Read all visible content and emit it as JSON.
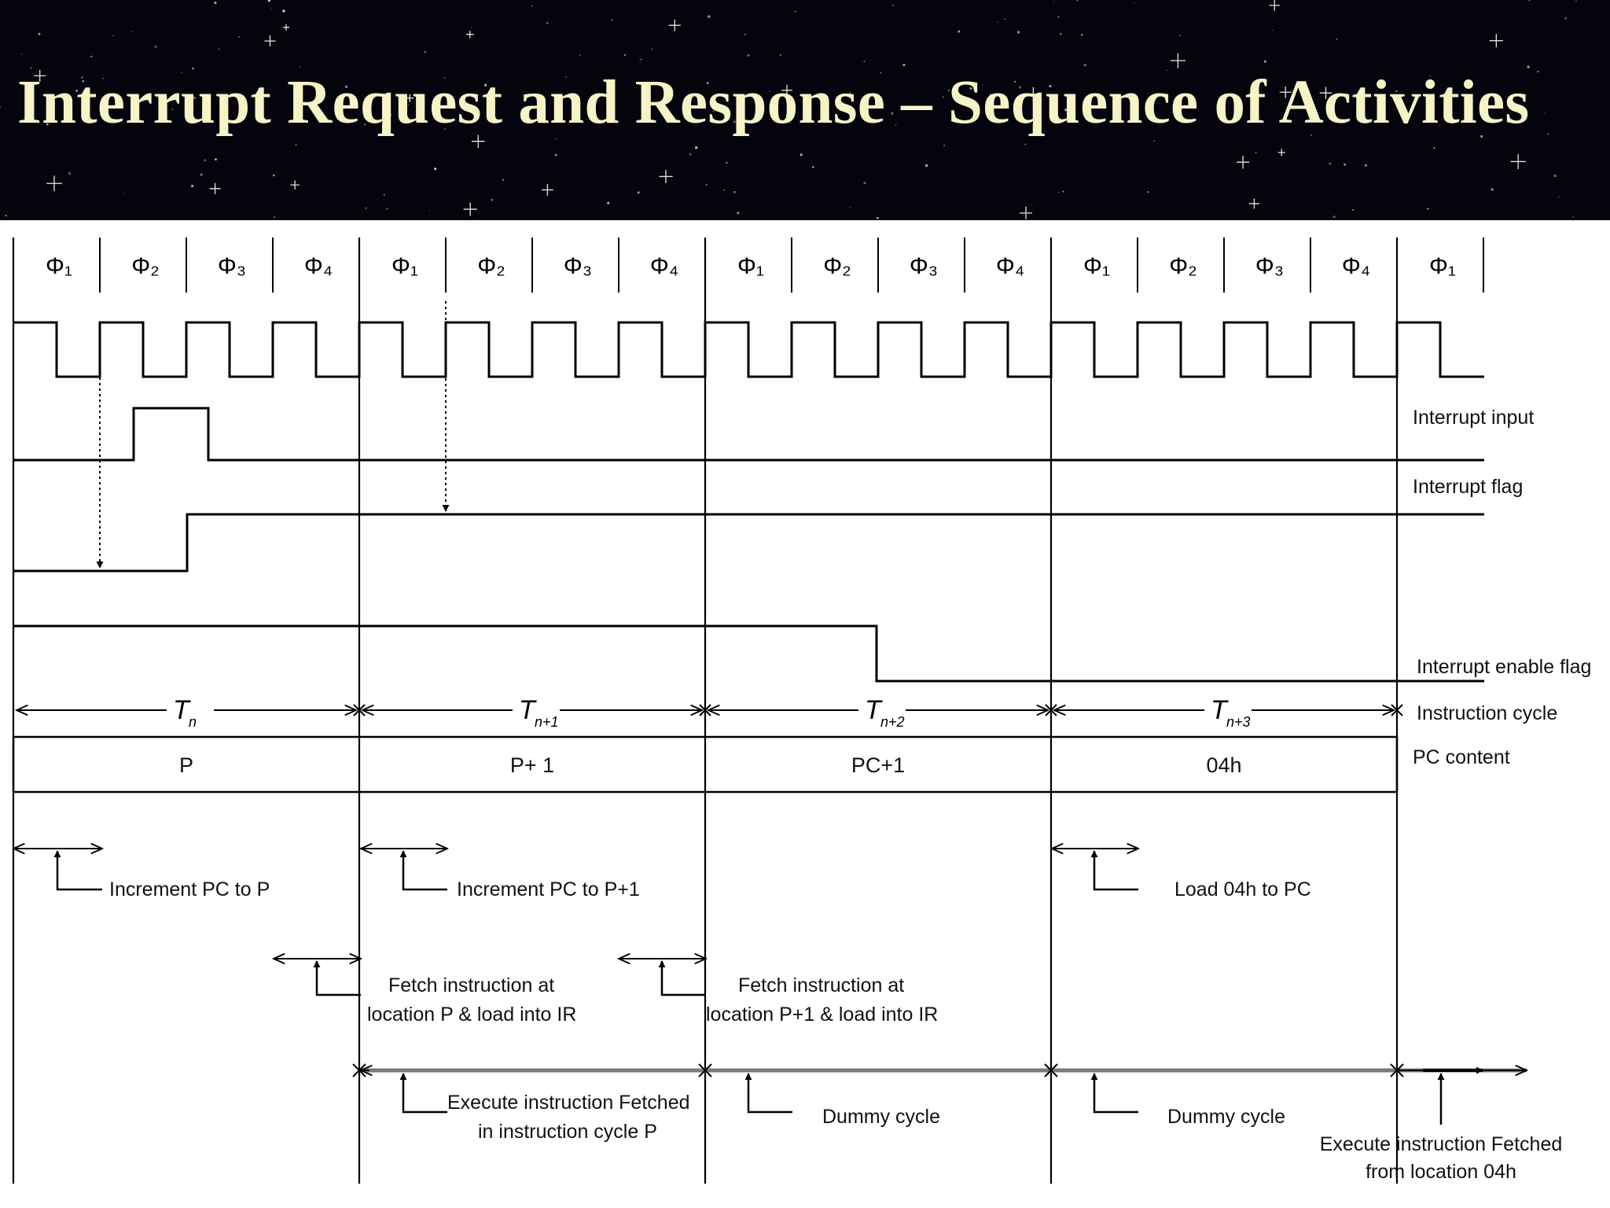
{
  "title": "Interrupt Request and Response – Sequence of Activities",
  "phase_labels": [
    "Φ₁",
    "Φ₂",
    "Φ₃",
    "Φ₄",
    "Φ₁",
    "Φ₂",
    "Φ₃",
    "Φ₄",
    "Φ₁",
    "Φ₂",
    "Φ₃",
    "Φ₄",
    "Φ₁",
    "Φ₂",
    "Φ₃",
    "Φ₄",
    "Φ₁"
  ],
  "signal_labels": {
    "interrupt_input": "Interrupt input",
    "interrupt_flag": "Interrupt flag",
    "interrupt_enable_flag": "Interrupt enable flag",
    "instruction_cycle": "Instruction cycle",
    "pc_content": "PC content"
  },
  "cycles": [
    {
      "symbol": "T",
      "subscript": "n"
    },
    {
      "symbol": "T",
      "subscript": "n+1"
    },
    {
      "symbol": "T",
      "subscript": "n+2"
    },
    {
      "symbol": "T",
      "subscript": "n+3"
    }
  ],
  "pc_values": [
    "P",
    "P+ 1",
    "PC+1",
    "04h"
  ],
  "annotations": {
    "increment_p": "Increment PC to P",
    "increment_p1": "Increment PC to P+1",
    "load_04h": "Load 04h to PC",
    "fetch_p_line1": "Fetch instruction at",
    "fetch_p_line2": "location P & load into IR",
    "fetch_p1_line1": "Fetch instruction at",
    "fetch_p1_line2": "location P+1 & load into IR",
    "execute_p_line1": "Execute instruction Fetched",
    "execute_p_line2": "in instruction cycle P",
    "dummy_1": "Dummy cycle",
    "dummy_2": "Dummy cycle",
    "execute_04h_line1": "Execute instruction Fetched",
    "execute_04h_line2": "from location 04h"
  }
}
